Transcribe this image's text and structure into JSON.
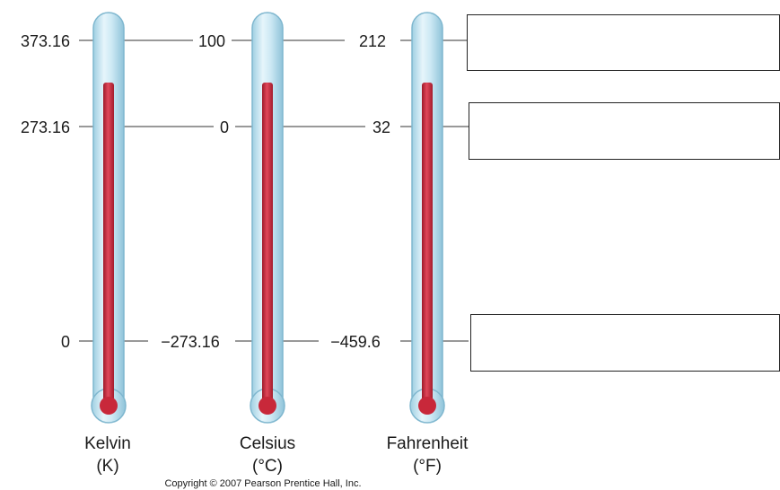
{
  "scales": [
    {
      "name": "Kelvin",
      "unit": "(K)",
      "boiling": "373.16",
      "freezing": "273.16",
      "absolute_zero": "0"
    },
    {
      "name": "Celsius",
      "unit": "(°C)",
      "boiling": "100",
      "freezing": "0",
      "absolute_zero": "−273.16"
    },
    {
      "name": "Fahrenheit",
      "unit": "(°F)",
      "boiling": "212",
      "freezing": "32",
      "absolute_zero": "−459.6"
    }
  ],
  "answer_boxes": [
    "",
    "",
    ""
  ],
  "copyright": "Copyright © 2007 Pearson Prentice Hall, Inc.",
  "colors": {
    "tube": "#bfe3f0",
    "tube_edge": "#7fb7cf",
    "mercury": "#c8283a",
    "line": "#333333"
  }
}
